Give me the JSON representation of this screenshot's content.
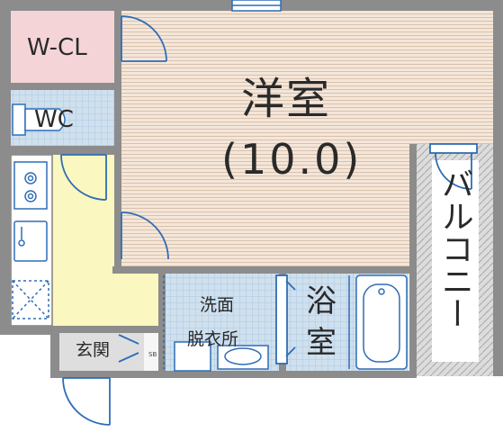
{
  "rooms": {
    "walk_in_closet": "W-CL",
    "toilet": "WC",
    "western_room_name": "洋室",
    "western_room_size": "(10.0)",
    "balcony": "バルコニー",
    "washroom_line1": "洗面",
    "washroom_line2": "脱衣所",
    "bathroom_line1": "浴",
    "bathroom_line2": "室",
    "entrance": "玄関",
    "shoe_box": "SB"
  },
  "colors": {
    "wall": "#8c8c8c",
    "door": "#2f6db6",
    "room_floor": "#f4e6d9",
    "room_stripe": "#d9c2ad",
    "closet": "#f5d4d8",
    "tile": "#cfe0ee",
    "tile_grid": "#aec8e0",
    "kitchen": "#fbf7c0",
    "entrance": "#dedede",
    "balcony": "#dcdcdc",
    "balcony_hatch": "#a8a8a8"
  }
}
